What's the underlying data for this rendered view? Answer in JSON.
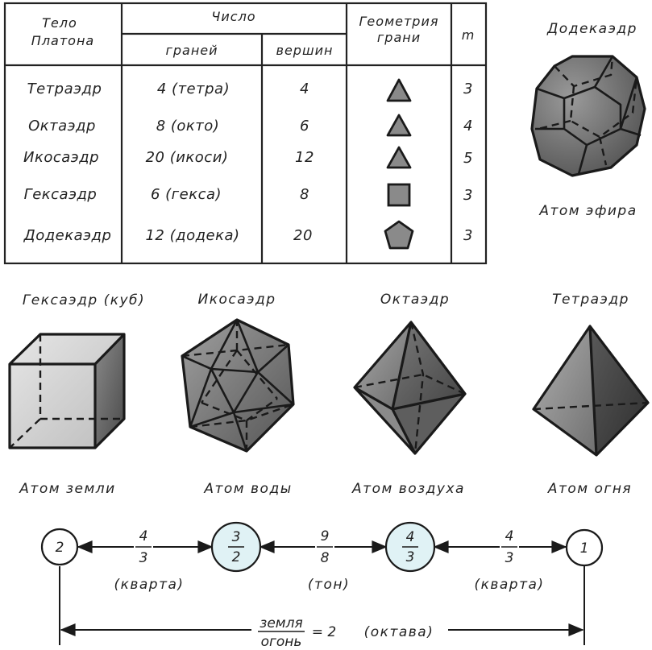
{
  "table": {
    "headers": {
      "body_line1": "Тело",
      "body_line2": "Платона",
      "number": "Число",
      "faces": "граней",
      "vertices": "вершин",
      "geometry_line1": "Геометрия",
      "geometry_line2": "грани",
      "m": "m"
    },
    "rows": [
      {
        "name": "Тетраэдр",
        "faces": "4 (тетра)",
        "vertices": "4",
        "m": "3",
        "shape": "triangle-icon"
      },
      {
        "name": "Октаэдр",
        "faces": "8 (окто)",
        "vertices": "6",
        "m": "4",
        "shape": "triangle-icon"
      },
      {
        "name": "Икосаэдр",
        "faces": "20 (икоси)",
        "vertices": "12",
        "m": "5",
        "shape": "triangle-icon"
      },
      {
        "name": "Гексаэдр",
        "faces": "6 (гекса)",
        "vertices": "8",
        "m": "3",
        "shape": "square-icon"
      },
      {
        "name": "Додекаэдр",
        "faces": "12 (додека)",
        "vertices": "20",
        "m": "3",
        "shape": "pentagon-icon"
      }
    ]
  },
  "solids": {
    "dodecahedron": {
      "title": "Додекаэдр",
      "caption": "Атом эфира"
    },
    "cube": {
      "title": "Гексаэдр (куб)",
      "caption": "Атом земли"
    },
    "icosahedron": {
      "title": "Икосаэдр",
      "caption": "Атом воды"
    },
    "octahedron": {
      "title": "Октаэдр",
      "caption": "Атом воздуха"
    },
    "tetrahedron": {
      "title": "Тетраэдр",
      "caption": "Атом огня"
    }
  },
  "harmony": {
    "nodes": [
      {
        "num": "2",
        "den": ""
      },
      {
        "num": "3",
        "den": "2"
      },
      {
        "num": "4",
        "den": "3"
      },
      {
        "num": "1",
        "den": ""
      }
    ],
    "intervals": [
      {
        "num": "4",
        "den": "3",
        "label": "(кварта)"
      },
      {
        "num": "9",
        "den": "8",
        "label": "(тон)"
      },
      {
        "num": "4",
        "den": "3",
        "label": "(кварта)"
      }
    ],
    "bottom": {
      "num": "земля",
      "den": "огонь",
      "equals": "= 2",
      "label": "(октава)"
    },
    "colors": {
      "highlight": "#e0f2f5",
      "plain": "#ffffff"
    }
  }
}
